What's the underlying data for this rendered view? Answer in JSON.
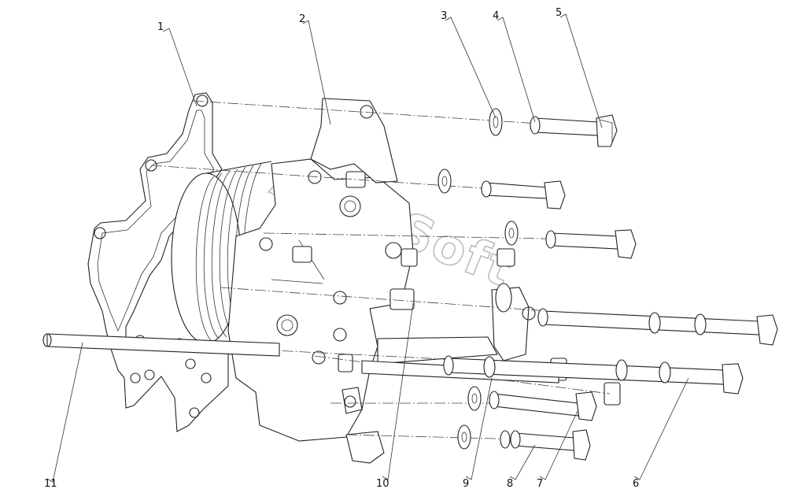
{
  "watermark": "AutoSoft",
  "callouts": [
    {
      "id": "callout-1",
      "label": "1"
    },
    {
      "id": "callout-2",
      "label": "2"
    },
    {
      "id": "callout-3",
      "label": "3"
    },
    {
      "id": "callout-4",
      "label": "4"
    },
    {
      "id": "callout-5",
      "label": "5"
    },
    {
      "id": "callout-6",
      "label": "6"
    },
    {
      "id": "callout-7",
      "label": "7"
    },
    {
      "id": "callout-8",
      "label": "8"
    },
    {
      "id": "callout-9",
      "label": "9"
    },
    {
      "id": "callout-10",
      "label": "10"
    },
    {
      "id": "callout-11",
      "label": "11"
    }
  ]
}
